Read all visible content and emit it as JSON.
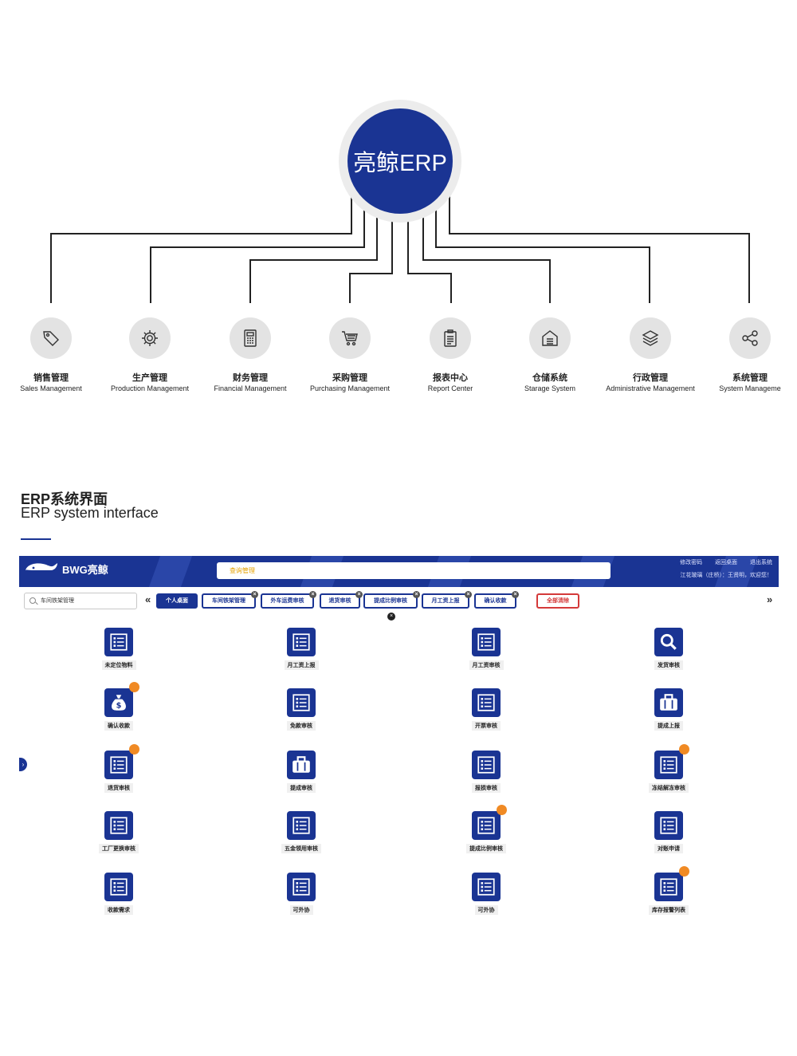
{
  "hub": {
    "label": "亮鲸ERP"
  },
  "modules": [
    {
      "cn": "销售管理",
      "en": "Sales Management",
      "icon": "tag-icon"
    },
    {
      "cn": "生产管理",
      "en": "Production Management",
      "icon": "gear-icon"
    },
    {
      "cn": "财务管理",
      "en": "Financial Management",
      "icon": "calculator-icon"
    },
    {
      "cn": "采购管理",
      "en": "Purchasing Management",
      "icon": "cart-icon"
    },
    {
      "cn": "报表中心",
      "en": "Report Center",
      "icon": "clipboard-icon"
    },
    {
      "cn": "仓储系统",
      "en": "Starage System",
      "icon": "warehouse-icon"
    },
    {
      "cn": "行政管理",
      "en": "Administrative Management",
      "icon": "layers-icon"
    },
    {
      "cn": "系统管理",
      "en": "System Manageme",
      "icon": "share-icon"
    }
  ],
  "section": {
    "title_cn": "ERP系统界面",
    "title_en": "ERP system interface"
  },
  "erp": {
    "logo_text": "BWG亮鲸",
    "search_placeholder": "查询管理",
    "top_links": [
      "修改密码",
      "返回桌面",
      "退出系统"
    ],
    "user_greeting": "江花玻璃（庄桥）：王贤明，欢迎您！",
    "left_search_value": "车间铁架管理",
    "tabs": [
      {
        "label": "个人桌面",
        "active": true
      },
      {
        "label": "车间铁架管理",
        "active": false
      },
      {
        "label": "外车运费审核",
        "active": false
      },
      {
        "label": "退货审核",
        "active": false
      },
      {
        "label": "提成比例审核",
        "active": false
      },
      {
        "label": "月工资上报",
        "active": false
      },
      {
        "label": "确认收款",
        "active": false
      }
    ],
    "clear_all_label": "全部清除",
    "apps": [
      {
        "label": "未定位物料",
        "icon": "list-icon",
        "badge": false
      },
      {
        "label": "月工资上报",
        "icon": "list-icon",
        "badge": false
      },
      {
        "label": "月工资审核",
        "icon": "list-icon",
        "badge": false
      },
      {
        "label": "发货审核",
        "icon": "search-icon",
        "badge": false
      },
      {
        "label": "确认收款",
        "icon": "money-bag-icon",
        "badge": true
      },
      {
        "label": "免款审核",
        "icon": "list-icon",
        "badge": false
      },
      {
        "label": "开票审核",
        "icon": "list-icon",
        "badge": false
      },
      {
        "label": "提成上报",
        "icon": "briefcase-icon",
        "badge": false
      },
      {
        "label": "退货审核",
        "icon": "list-icon",
        "badge": true
      },
      {
        "label": "提成审核",
        "icon": "briefcase-icon",
        "badge": false
      },
      {
        "label": "报损审核",
        "icon": "list-icon",
        "badge": false
      },
      {
        "label": "冻结解冻审核",
        "icon": "list-icon",
        "badge": true
      },
      {
        "label": "工厂更换审核",
        "icon": "list-icon",
        "badge": false
      },
      {
        "label": "五金领用审核",
        "icon": "list-icon",
        "badge": false
      },
      {
        "label": "提成比例审核",
        "icon": "list-icon",
        "badge": true
      },
      {
        "label": "对账申请",
        "icon": "list-icon",
        "badge": false
      },
      {
        "label": "收款需求",
        "icon": "list-icon",
        "badge": false
      },
      {
        "label": "可外协",
        "icon": "list-icon",
        "badge": false
      },
      {
        "label": "可外协",
        "icon": "list-icon",
        "badge": false
      },
      {
        "label": "库存报警列表",
        "icon": "list-icon",
        "badge": true
      }
    ]
  },
  "colors": {
    "brand": "#1a3493",
    "badge": "#f08a24",
    "clear": "#d43a3a"
  }
}
